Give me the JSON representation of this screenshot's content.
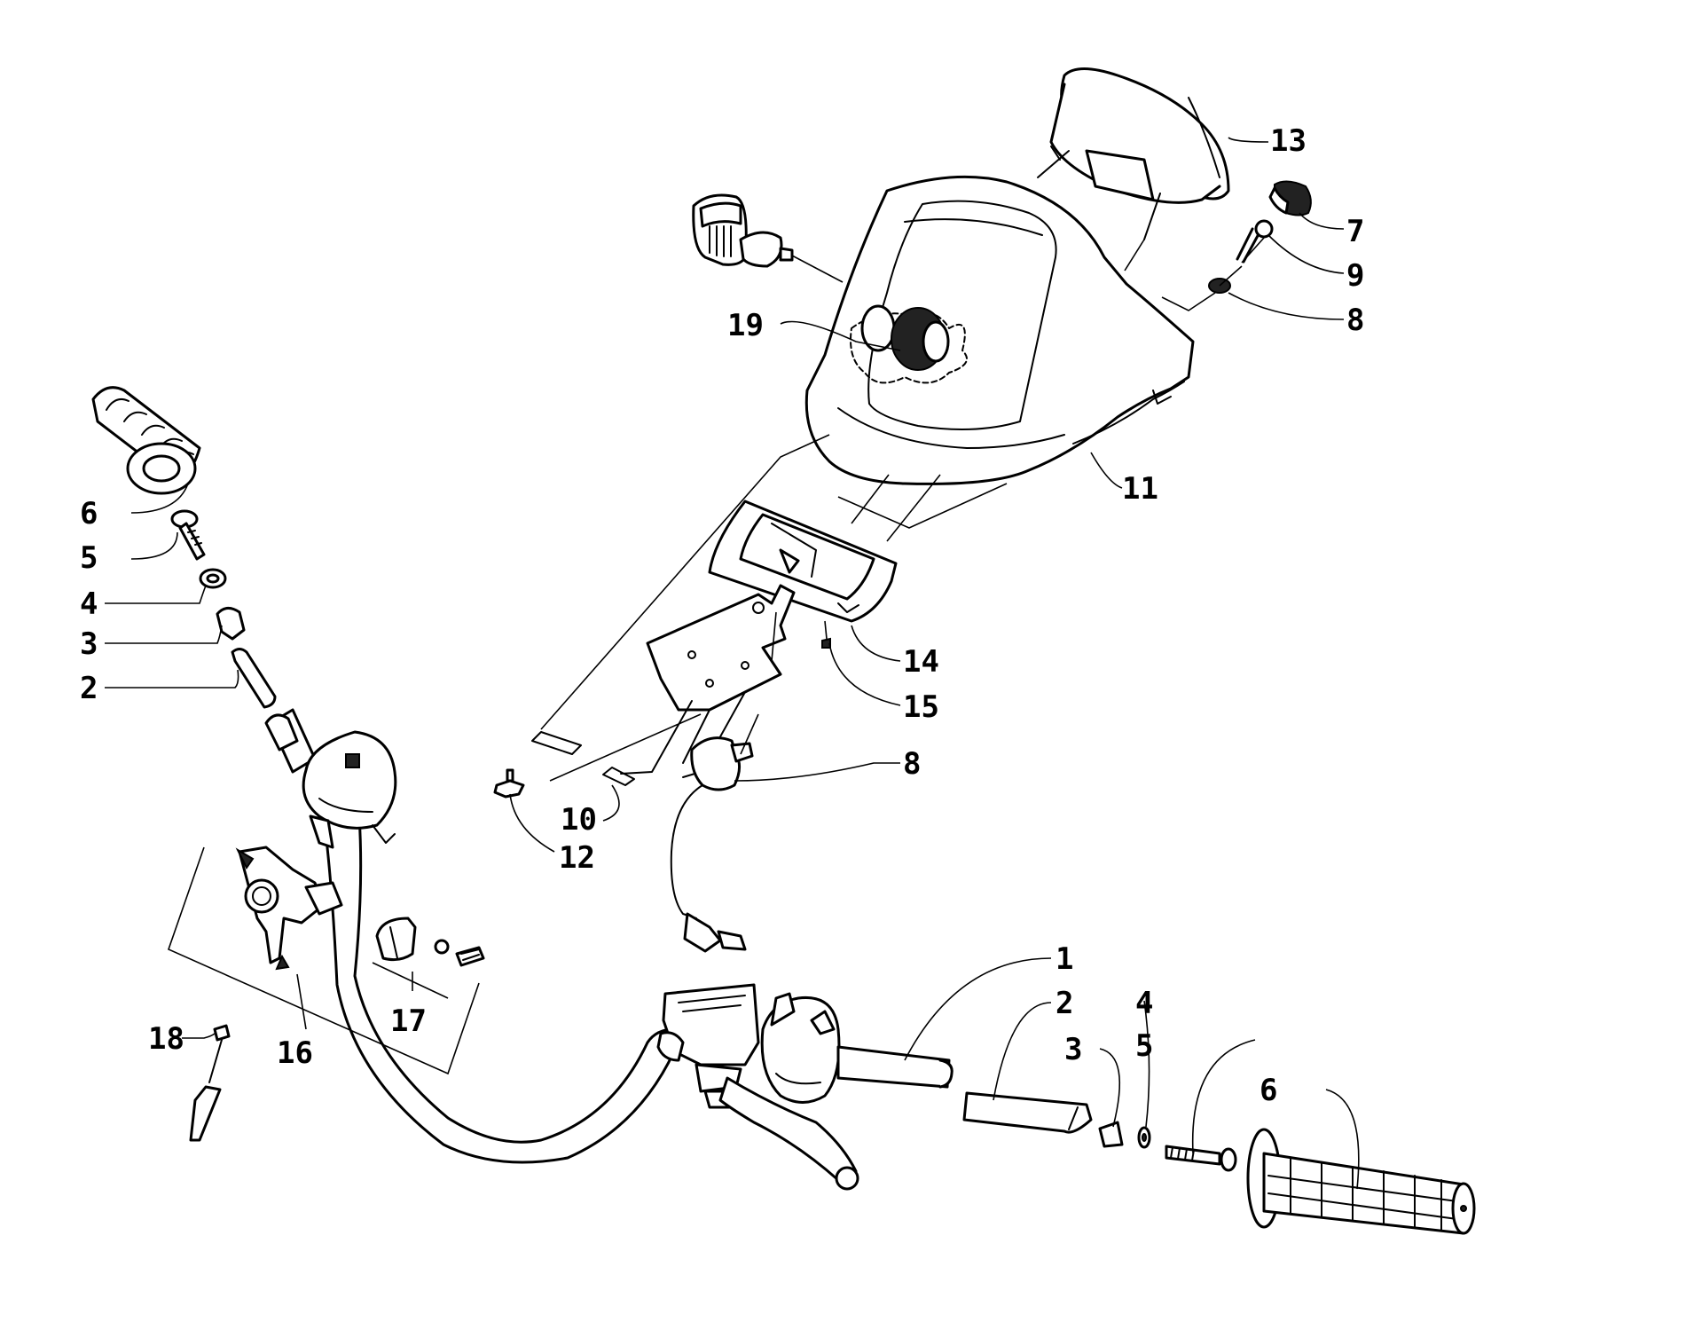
{
  "callouts": [
    {
      "id": "c-13",
      "text": "13"
    },
    {
      "id": "c-7",
      "text": "7"
    },
    {
      "id": "c-9",
      "text": "9"
    },
    {
      "id": "c-8a",
      "text": "8"
    },
    {
      "id": "c-19",
      "text": "19"
    },
    {
      "id": "c-11",
      "text": "11"
    },
    {
      "id": "c-6a",
      "text": "6"
    },
    {
      "id": "c-5a",
      "text": "5"
    },
    {
      "id": "c-4a",
      "text": "4"
    },
    {
      "id": "c-3a",
      "text": "3"
    },
    {
      "id": "c-2a",
      "text": "2"
    },
    {
      "id": "c-14",
      "text": "14"
    },
    {
      "id": "c-15",
      "text": "15"
    },
    {
      "id": "c-8b",
      "text": "8"
    },
    {
      "id": "c-10",
      "text": "10"
    },
    {
      "id": "c-12",
      "text": "12"
    },
    {
      "id": "c-1",
      "text": "1"
    },
    {
      "id": "c-2b",
      "text": "2"
    },
    {
      "id": "c-4b",
      "text": "4"
    },
    {
      "id": "c-3b",
      "text": "3"
    },
    {
      "id": "c-5b",
      "text": "5"
    },
    {
      "id": "c-6b",
      "text": "6"
    },
    {
      "id": "c-18",
      "text": "18"
    },
    {
      "id": "c-16",
      "text": "16"
    },
    {
      "id": "c-17",
      "text": "17"
    }
  ]
}
